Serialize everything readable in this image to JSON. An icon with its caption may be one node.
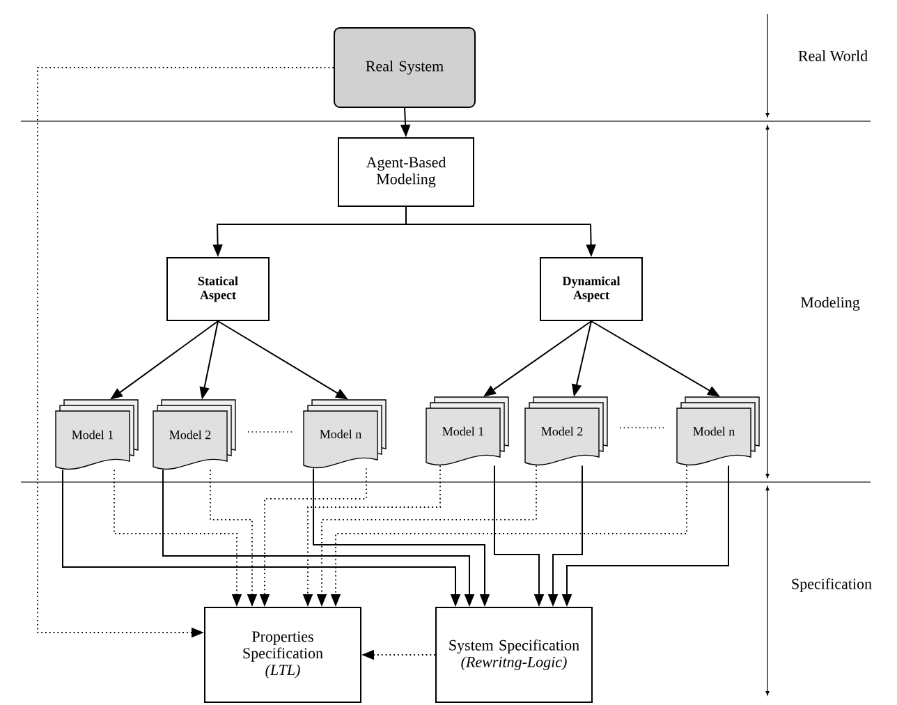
{
  "diagram": {
    "nodes": [
      {
        "text": [
          "Real System"
        ]
      },
      {
        "text": [
          "Agent-Based Modeling"
        ]
      },
      {
        "text": [
          "Statical Aspect"
        ]
      },
      {
        "text": [
          "Dynamical Aspect"
        ]
      },
      {
        "text": [
          "Model 1"
        ]
      },
      {
        "text": [
          "Model 2"
        ]
      },
      {
        "text": [
          "Model n"
        ]
      },
      {
        "text": [
          "Model 1"
        ]
      },
      {
        "text": [
          "Model 2"
        ]
      },
      {
        "text": [
          "Model n"
        ]
      },
      {
        "text": [
          "Properties Specification",
          "(LTL)"
        ]
      },
      {
        "text": [
          "System Specification",
          "(Rewritng-Logic)"
        ]
      }
    ],
    "edges": [
      {
        "from": 0,
        "to": 1,
        "arrow": "to"
      },
      {
        "from": 0,
        "to": 10,
        "arrow": "to",
        "style": "dashed"
      },
      {
        "from": 1,
        "to": 2,
        "arrow": "to"
      },
      {
        "from": 1,
        "to": 3,
        "arrow": "to"
      },
      {
        "from": 2,
        "to": 4,
        "arrow": "to"
      },
      {
        "from": 2,
        "to": 5,
        "arrow": "to"
      },
      {
        "from": 2,
        "to": 6,
        "arrow": "to"
      },
      {
        "from": 3,
        "to": 7,
        "arrow": "to"
      },
      {
        "from": 3,
        "to": 8,
        "arrow": "to"
      },
      {
        "from": 3,
        "to": 9,
        "arrow": "to"
      },
      {
        "from": 4,
        "to": 11,
        "arrow": "to"
      },
      {
        "from": 5,
        "to": 11,
        "arrow": "to"
      },
      {
        "from": 6,
        "to": 11,
        "arrow": "to"
      },
      {
        "from": 7,
        "to": 11,
        "arrow": "to"
      },
      {
        "from": 8,
        "to": 11,
        "arrow": "to"
      },
      {
        "from": 9,
        "to": 11,
        "arrow": "to"
      },
      {
        "from": 4,
        "to": 10,
        "arrow": "to",
        "style": "dashed"
      },
      {
        "from": 5,
        "to": 10,
        "arrow": "to",
        "style": "dashed"
      },
      {
        "from": 6,
        "to": 10,
        "arrow": "to",
        "style": "dashed"
      },
      {
        "from": 7,
        "to": 10,
        "arrow": "to",
        "style": "dashed"
      },
      {
        "from": 8,
        "to": 10,
        "arrow": "to",
        "style": "dashed"
      },
      {
        "from": 9,
        "to": 10,
        "arrow": "to",
        "style": "dashed"
      },
      {
        "from": 11,
        "to": 10,
        "arrow": "to",
        "style": "dashed"
      }
    ],
    "labels": [
      "Real World",
      "Modeling",
      "Specification"
    ]
  }
}
